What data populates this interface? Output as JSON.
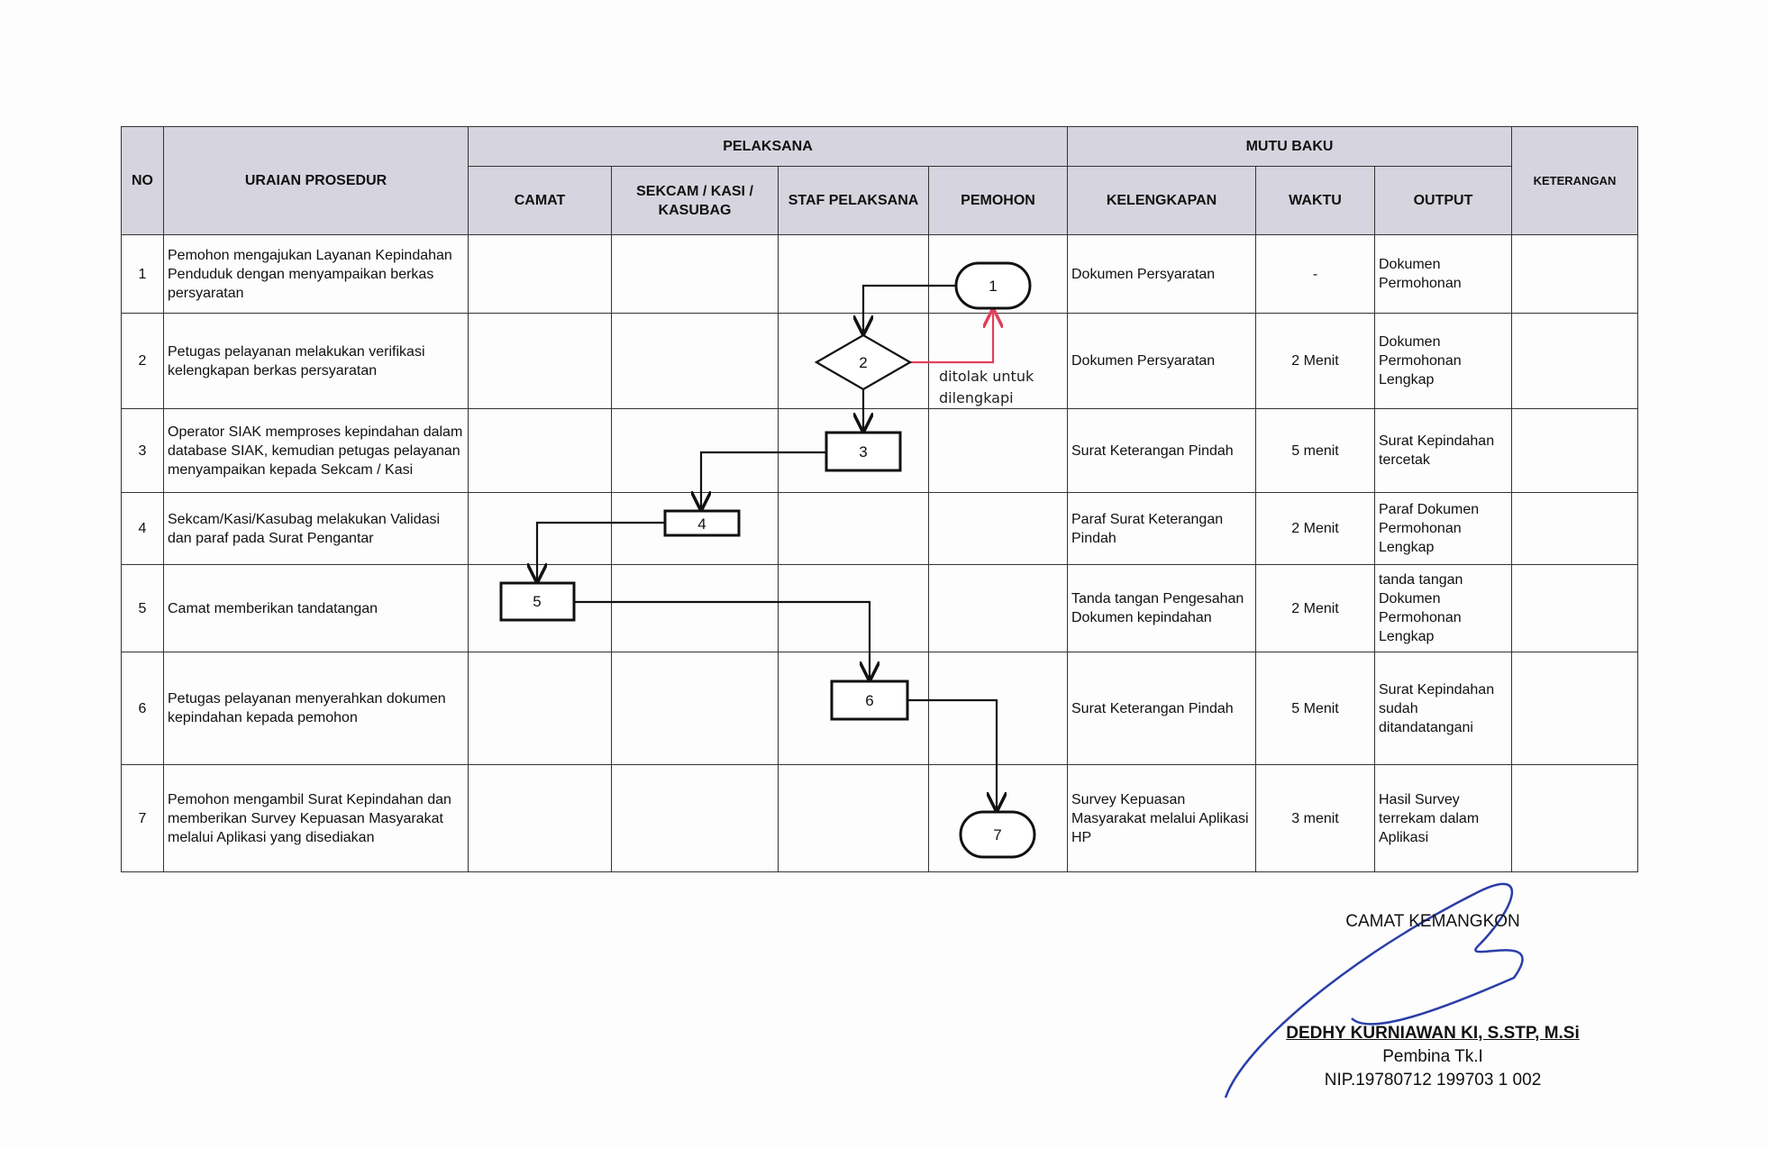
{
  "headers": {
    "no": "NO",
    "uraian": "URAIAN PROSEDUR",
    "pelaksana": "PELAKSANA",
    "camat": "CAMAT",
    "sekcam": "SEKCAM / KASI / KASUBAG",
    "staf": "STAF PELAKSANA",
    "pemohon": "PEMOHON",
    "mutu_baku": "MUTU BAKU",
    "kelengkapan": "KELENGKAPAN",
    "waktu": "WAKTU",
    "output": "OUTPUT",
    "keterangan": "KETERANGAN"
  },
  "rows": [
    {
      "no": "1",
      "uraian": "Pemohon mengajukan Layanan Kepindahan Penduduk dengan menyampaikan berkas persyaratan",
      "kelengkapan": "Dokumen Persyaratan",
      "waktu": "-",
      "output": "Dokumen Permohonan",
      "keterangan": ""
    },
    {
      "no": "2",
      "uraian": "Petugas pelayanan melakukan verifikasi kelengkapan berkas persyaratan",
      "kelengkapan": "Dokumen Persyaratan",
      "waktu": "2 Menit",
      "output": "Dokumen Permohonan Lengkap",
      "keterangan": ""
    },
    {
      "no": "3",
      "uraian": "Operator SIAK memproses kepindahan dalam database SIAK, kemudian petugas pelayanan menyampaikan kepada Sekcam / Kasi",
      "kelengkapan": "Surat Keterangan Pindah",
      "waktu": "5 menit",
      "output": "Surat Kepindahan tercetak",
      "keterangan": ""
    },
    {
      "no": "4",
      "uraian": "Sekcam/Kasi/Kasubag melakukan Validasi dan paraf pada Surat Pengantar",
      "kelengkapan": "Paraf Surat Keterangan Pindah",
      "waktu": "2 Menit",
      "output": "Paraf Dokumen Permohonan Lengkap",
      "keterangan": ""
    },
    {
      "no": "5",
      "uraian": "Camat memberikan tandatangan",
      "kelengkapan": "Tanda tangan Pengesahan Dokumen kepindahan",
      "waktu": "2 Menit",
      "output": "tanda tangan Dokumen Permohonan Lengkap",
      "keterangan": ""
    },
    {
      "no": "6",
      "uraian": "Petugas pelayanan menyerahkan dokumen kepindahan kepada pemohon",
      "kelengkapan": "Surat Keterangan Pindah",
      "waktu": "5 Menit",
      "output": "Surat Kepindahan sudah ditandatangani",
      "keterangan": ""
    },
    {
      "no": "7",
      "uraian": "Pemohon mengambil Surat Kepindahan dan memberikan Survey Kepuasan Masyarakat melalui Aplikasi yang disediakan",
      "kelengkapan": "Survey Kepuasan Masyarakat melalui Aplikasi HP",
      "waktu": "3 menit",
      "output": "Hasil Survey terrekam dalam Aplikasi",
      "keterangan": ""
    }
  ],
  "flow": {
    "nodes": [
      "1",
      "2",
      "3",
      "4",
      "5",
      "6",
      "7"
    ],
    "reject_note": "ditolak untuk dilengkapi",
    "reject_color": "#e0405a"
  },
  "signature": {
    "title": "CAMAT KEMANGKON",
    "name": "DEDHY KURNIAWAN KI, S.STP, M.Si",
    "rank": "Pembina Tk.I",
    "nip": "NIP.19780712 199703 1 002"
  }
}
